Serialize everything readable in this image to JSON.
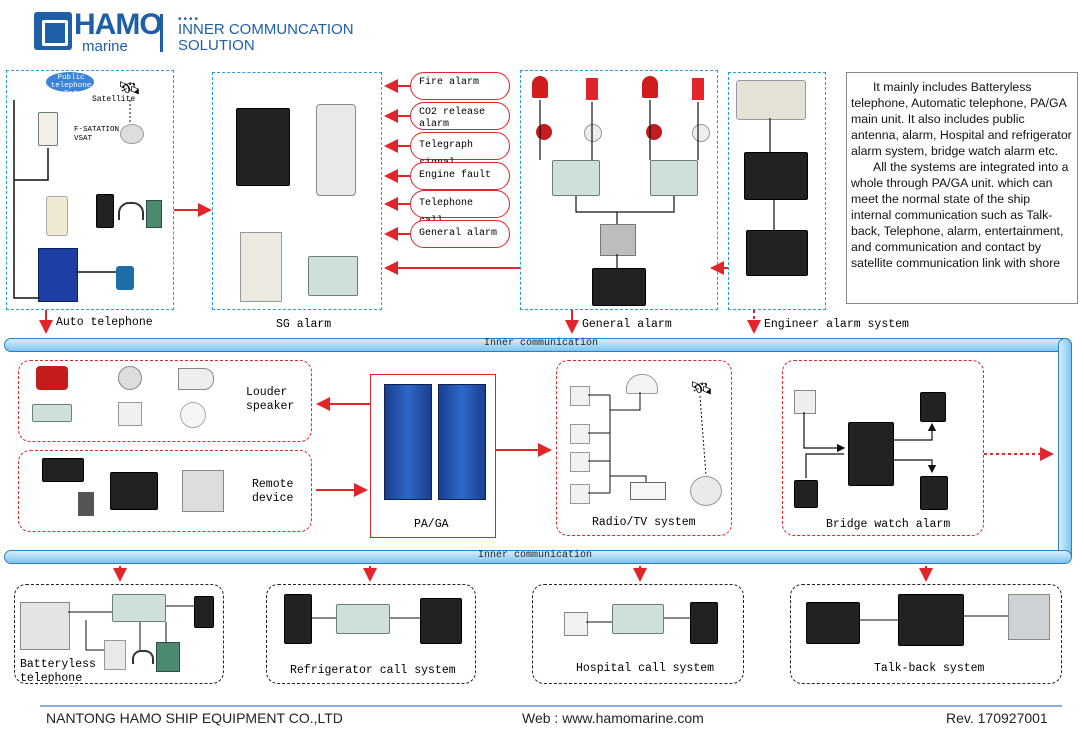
{
  "header": {
    "brand": "HAMO",
    "brand_sub": "marine",
    "dots": "••••",
    "slogan_line1": "INNER COMMUNCATION",
    "slogan_line2": "SOLUTION"
  },
  "top_sections": {
    "auto_telephone": {
      "label": "Auto telephone",
      "public_net": "Public telephone Net",
      "satellite": "Satellite",
      "station": "F-SATATION VSAT"
    },
    "sg_alarm": {
      "label": "SG alarm"
    },
    "signals": [
      "Fire alarm",
      "CO2 release alarm",
      "Telegraph signal",
      "Engine fault",
      "Telephone call",
      "General alarm"
    ],
    "general_alarm": {
      "label": "General alarm"
    },
    "engineer_alarm": {
      "label": "Engineer alarm system"
    }
  },
  "description": {
    "p1": "It mainly includes Batteryless telephone, Automatic telephone, PA/GA main unit. It also includes public antenna, alarm, Hospital and refrigerator alarm system, bridge watch alarm etc.",
    "p2": "All the systems are integrated into a whole through PA/GA unit. which can meet the normal state of the ship internal communication such as Talk-back, Telephone, alarm, entertainment, and communication and contact by satellite communication link with shore"
  },
  "bus": {
    "top_label": "Inner communication",
    "bottom_label": "Inner communication"
  },
  "middle": {
    "loudspeaker": "Louder speaker",
    "remote": "Remote device",
    "paga": "PA/GA",
    "radio_tv": "Radio/TV system",
    "bridge_watch": "Bridge watch alarm"
  },
  "bottom": {
    "batteryless": "Batteryless telephone",
    "refrigerator": "Refrigerator call system",
    "hospital": "Hospital call system",
    "talkback": "Talk-back system"
  },
  "footer": {
    "company": "NANTONG HAMO SHIP EQUIPMENT CO.,LTD",
    "web": "Web : www.hamomarine.com",
    "rev": "Rev. 170927001"
  },
  "colors": {
    "accent": "#1f5fa8",
    "alarm_red": "#e0252b",
    "bus_blue": "#7cc4ef"
  }
}
